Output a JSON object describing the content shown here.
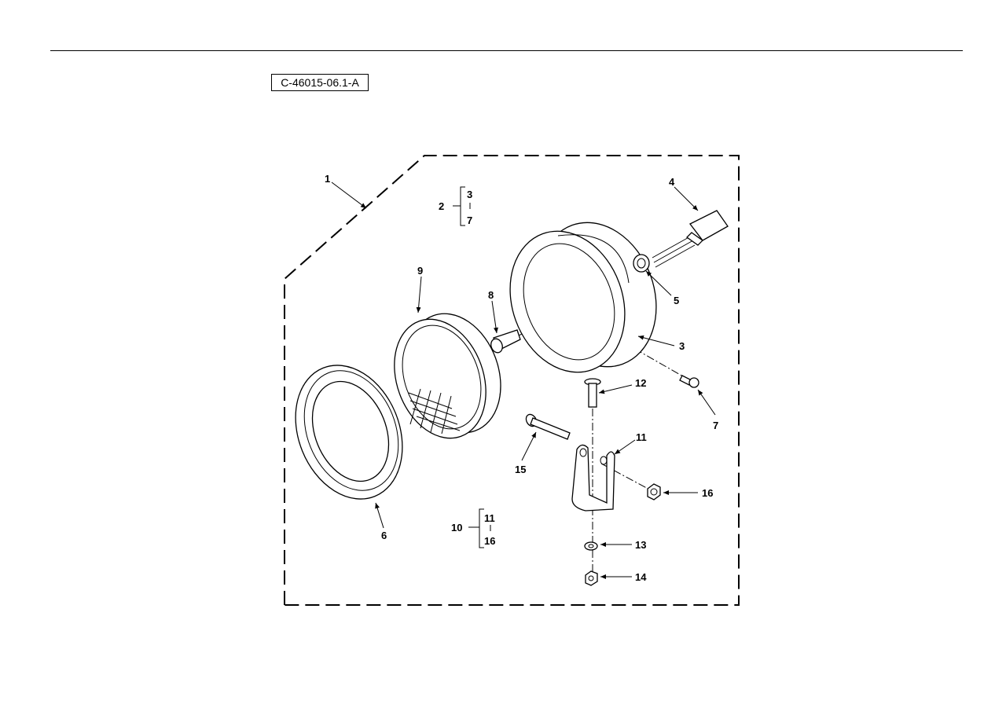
{
  "figure": {
    "id": "C-46015-06.1-A"
  },
  "callouts": {
    "c1": "1",
    "c2": "2",
    "c3": "3",
    "c4": "4",
    "c5": "5",
    "c6": "6",
    "c7": "7",
    "c8": "8",
    "c9": "9",
    "c10": "10",
    "c11": "11",
    "c12": "12",
    "c13": "13",
    "c14": "14",
    "c15": "15",
    "c16": "16"
  },
  "groups": {
    "g2": {
      "label": "2",
      "from": "3",
      "to": "7"
    },
    "g10": {
      "label": "10",
      "from": "11",
      "to": "16"
    }
  },
  "colors": {
    "ink": "#000000",
    "paper": "#ffffff"
  }
}
